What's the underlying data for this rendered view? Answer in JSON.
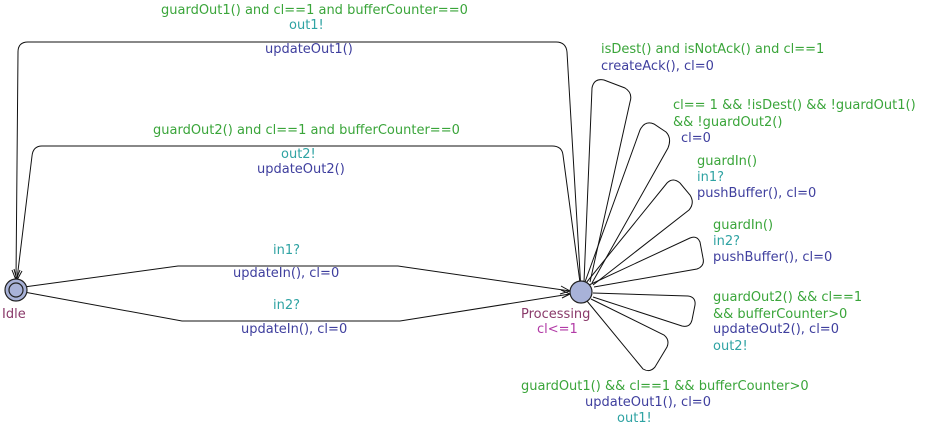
{
  "locations": {
    "idle": {
      "name": "Idle"
    },
    "processing": {
      "name": "Processing",
      "invariant": "cl<=1"
    }
  },
  "edges": {
    "out1_top": {
      "guard": "guardOut1() and cl==1 and bufferCounter==0",
      "sync": "out1!",
      "assign": "updateOut1()"
    },
    "out2_top": {
      "guard": "guardOut2() and cl==1 and bufferCounter==0",
      "sync": "out2!",
      "assign": "updateOut2()"
    },
    "in1": {
      "sync": "in1?",
      "assign": "updateIn(), cl=0"
    },
    "in2": {
      "sync": "in2?",
      "assign": "updateIn(), cl=0"
    }
  },
  "loops": {
    "ack": {
      "guard": "isDest() and isNotAck() and cl==1",
      "assign": "createAck(), cl=0"
    },
    "reset": {
      "guard_1": "cl== 1 && !isDest() && !guardOut1()",
      "guard_2": "&& !guardOut2()",
      "assign": "cl=0"
    },
    "in1": {
      "guard": "guardIn()",
      "sync": "in1?",
      "assign": "pushBuffer(), cl=0"
    },
    "in2": {
      "guard": "guardIn()",
      "sync": "in2?",
      "assign": "pushBuffer(), cl=0"
    },
    "out2": {
      "guard_1": "guardOut2() && cl==1",
      "guard_2": "&& bufferCounter>0",
      "assign": "updateOut2(), cl=0",
      "sync": "out2!"
    },
    "out1": {
      "guard": "guardOut1() && cl==1 && bufferCounter>0",
      "assign": "updateOut1(), cl=0",
      "sync": "out1!"
    }
  }
}
